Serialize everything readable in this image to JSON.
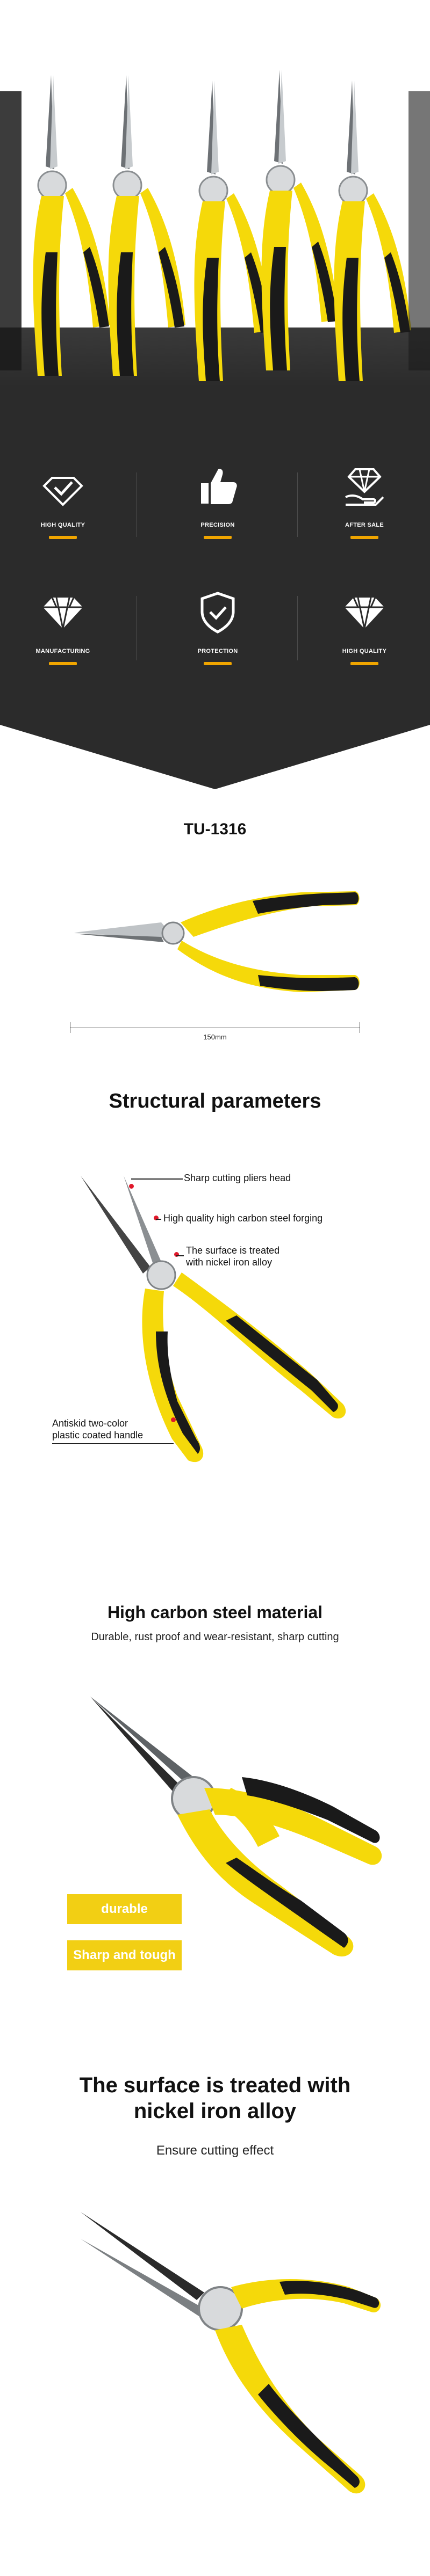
{
  "features": {
    "items": [
      {
        "label": "HIGH QUALITY",
        "icon": "diamond-check-icon"
      },
      {
        "label": "PRECISION",
        "icon": "thumbs-up-icon"
      },
      {
        "label": "AFTER SALE",
        "icon": "diamond-hand-icon"
      },
      {
        "label": "MANUFACTURING",
        "icon": "diamond-icon"
      },
      {
        "label": "PROTECTION",
        "icon": "shield-check-icon"
      },
      {
        "label": "HIGH QUALITY",
        "icon": "diamond-icon"
      }
    ],
    "accent": "#f0a500",
    "background": "#2b2b2b"
  },
  "model": {
    "name": "TU-1316",
    "length_label": "150mm"
  },
  "structure": {
    "title": "Structural parameters",
    "callouts": [
      "Sharp cutting pliers head",
      "High quality high carbon steel forging",
      "The surface is treated\nwith nickel iron alloy",
      "Antiskid two-color\nplastic coated handle"
    ]
  },
  "material": {
    "title": "High carbon steel material",
    "subtitle": "Durable, rust proof and wear-resistant, sharp cutting",
    "badges": [
      "durable",
      "Sharp and tough"
    ],
    "badge_color": "#f2cf14"
  },
  "surface": {
    "title": "The surface is treated with\nnickel iron alloy",
    "subtitle": "Ensure cutting effect"
  },
  "colors": {
    "yellow": "#f5d90a",
    "black": "#1a1a1a",
    "steel": "#bfc3c6"
  }
}
